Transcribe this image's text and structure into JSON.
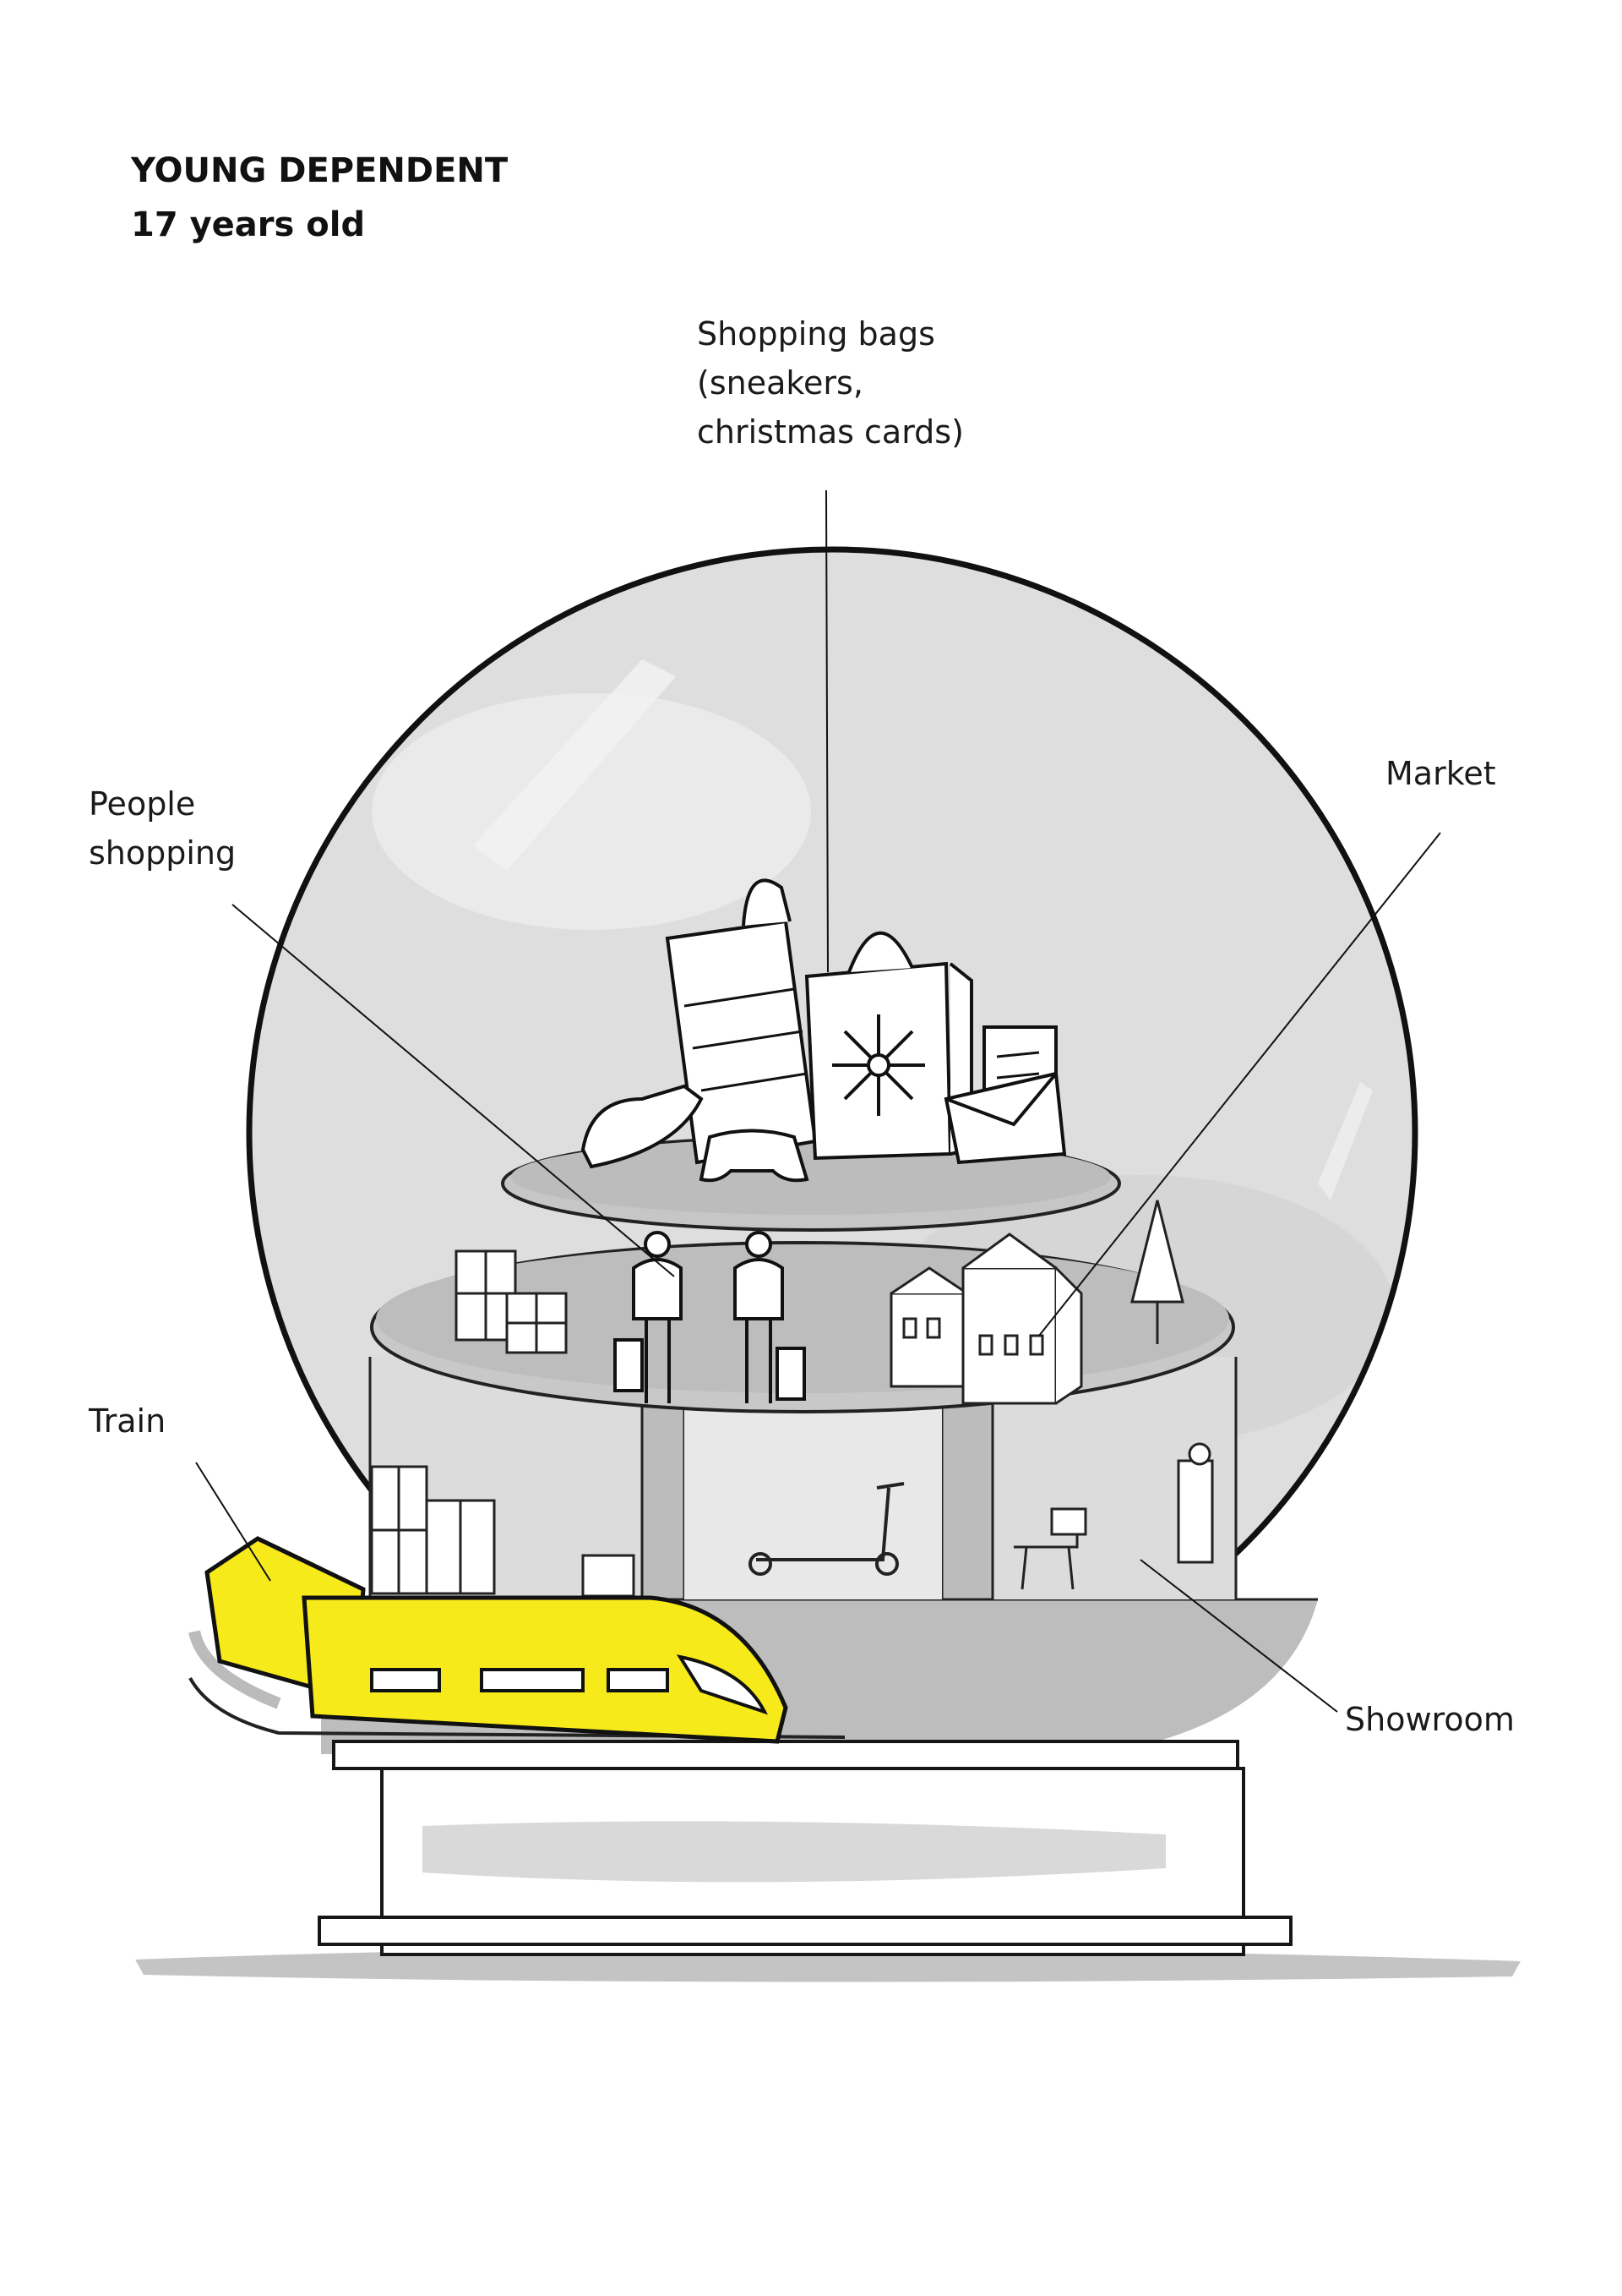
{
  "header": {
    "title": "YOUNG DEPENDENT",
    "subtitle": "17 years old"
  },
  "labels": {
    "shopping_bags": [
      "Shopping bags",
      "(sneakers,",
      "christmas cards)"
    ],
    "people_shopping": [
      "People",
      "shopping"
    ],
    "market": "Market",
    "train": "Train",
    "showroom": "Showroom"
  },
  "colors": {
    "train": "#f6ea1b",
    "globe_fill": "#dcdcdc",
    "ink": "#141414",
    "shadow": "#c8c8c8"
  },
  "icons": [
    "snow-globe",
    "shopping-bag-icon",
    "snowflake-icon",
    "gamepad-icon",
    "sneaker-icon",
    "gift-icon",
    "person-icon",
    "house-icon",
    "tree-icon",
    "scooter-icon",
    "train-icon"
  ]
}
